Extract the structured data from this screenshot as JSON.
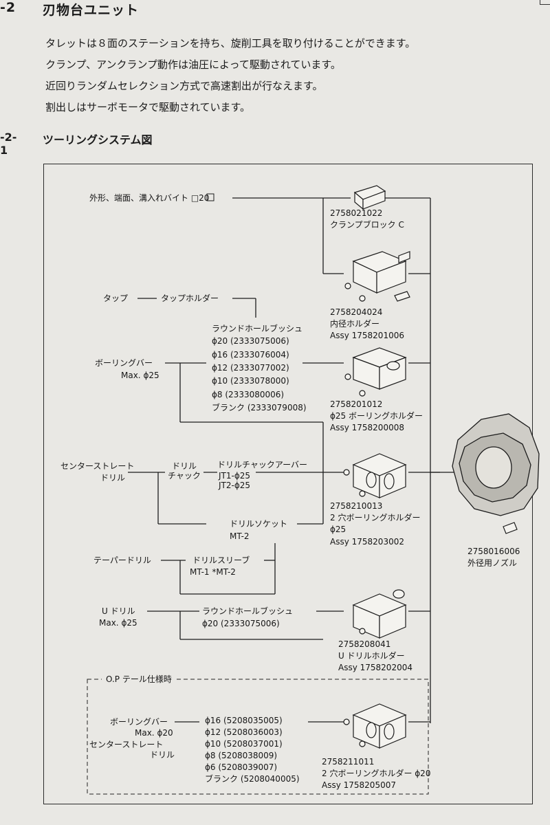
{
  "header": {
    "section_number": "-2",
    "section_title": "刃物台ユニット"
  },
  "intro": [
    "タレットは８面のステーションを持ち、旋削工具を取り付けることができます。",
    "クランプ、アンクランプ動作は油圧によって駆動されています。",
    "近回りランダムセレクション方式で高速割出が行なえます。",
    "割出しはサーボモータで駆動されています。"
  ],
  "subsection": {
    "number": "-2-1",
    "title": "ツーリングシステム図"
  },
  "diagram": {
    "tools": {
      "bite": "外形、端面、溝入れバイト □20",
      "tap": "タップ",
      "tap_holder": "タップホルダー",
      "boring_bar": "ボーリングバー",
      "boring_bar_max": "Max. ϕ25",
      "center_drill_1": "センターストレート",
      "center_drill_2": "ドリル",
      "drill_chuck_1": "ドリル",
      "drill_chuck_2": "チャック",
      "drill_chuck_arbor": "ドリルチャックアーバー",
      "jt1": "JT1-ϕ25",
      "jt2": "JT2-ϕ25",
      "drill_socket": "ドリルソケット",
      "mt2": "MT-2",
      "taper_drill": "テーパードリル",
      "drill_sleeve": "ドリルスリーブ",
      "drill_sleeve_mt": "MT-1 *MT-2",
      "u_drill": "U ドリル",
      "u_drill_max": "Max. ϕ25",
      "u_bush": "ラウンドホールブッシュ",
      "u_bush_size": "ϕ20 (2333075006)"
    },
    "round_hole_bush": {
      "title": "ラウンドホールブッシュ",
      "items": [
        "ϕ20 (2333075006)",
        "ϕ16 (2333076004)",
        "ϕ12 (2333077002)",
        "ϕ10 (2333078000)",
        "ϕ8 (2333080006)",
        "ブランク (2333079008)"
      ]
    },
    "holders": {
      "clamp_block_no": "2758021022",
      "clamp_block_name": "クランプブロック C",
      "id_holder_no": "2758204024",
      "id_holder_name": "内径ホルダー",
      "id_holder_assy": "Assy 1758201006",
      "boring_holder_no": "2758201012",
      "boring_holder_name": "ϕ25 ボーリングホルダー",
      "boring_holder_assy": "Assy 1758200008",
      "two_hole_no": "2758210013",
      "two_hole_name": "2 穴ボーリングホルダー",
      "two_hole_size": "ϕ25",
      "two_hole_assy": "Assy 1758203002",
      "u_holder_no": "2758208041",
      "u_holder_name": "U ドリルホルダー",
      "u_holder_assy": "Assy 1758202004",
      "op_holder_no": "2758211011",
      "op_holder_name": "2 穴ボーリングホルダー ϕ20",
      "op_holder_assy": "Assy 1758205007",
      "nozzle_no": "2758016006",
      "nozzle_name": "外径用ノズル"
    },
    "op_tail": {
      "title": "O.P テール仕様時",
      "boring_bar": "ボーリングバー",
      "boring_bar_max": "Max. ϕ20",
      "center_1": "センターストレート",
      "center_2": "ドリル",
      "items": [
        "ϕ16 (5208035005)",
        "ϕ12 (5208036003)",
        "ϕ10 (5208037001)",
        "ϕ8 (5208038009)",
        "ϕ6 (5208039007)",
        "ブランク (5208040005)"
      ]
    }
  },
  "colors": {
    "paper": "#e9e8e4",
    "ink": "#1b1b1b"
  }
}
